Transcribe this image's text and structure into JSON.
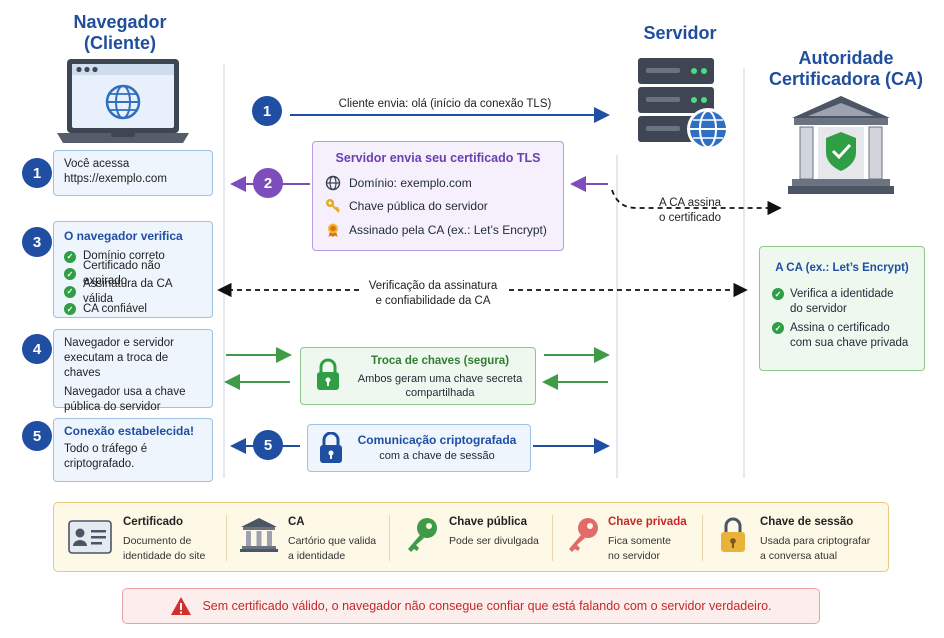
{
  "columns": {
    "client_title_1": "Navegador",
    "client_title_2": "(Cliente)",
    "server_title": "Servidor",
    "ca_title_1": "Autoridade",
    "ca_title_2": "Certificadora (CA)"
  },
  "steps": {
    "s1": {
      "num": "1",
      "line1": "Você acessa",
      "line2": "https://exemplo.com",
      "arrow_num": "1",
      "arrow_label": "Cliente envia: olá (início da conexão TLS)"
    },
    "s2": {
      "arrow_num": "2",
      "cert_title": "Servidor envia seu certificado TLS",
      "domain": "Domínio: exemplo.com",
      "pubkey": "Chave pública do servidor",
      "signed": "Assinado pela CA (ex.: Let’s Encrypt)",
      "ca_sign_1": "A CA assina",
      "ca_sign_2": "o certificado"
    },
    "s3": {
      "num": "3",
      "title": "O navegador verifica",
      "checks": [
        "Domínio correto",
        "Certificado não expirado",
        "Assinatura da CA válida",
        "CA confiável"
      ],
      "verify_1": "Verificação da assinatura",
      "verify_2": "e confiabilidade da CA"
    },
    "s4": {
      "num": "4",
      "line1": "Navegador e servidor",
      "line2": "executam a troca de chaves",
      "line3": "Navegador usa a chave",
      "line4": "pública do servidor",
      "kx_title": "Troca de chaves (segura)",
      "kx_1": "Ambos geram uma chave secreta",
      "kx_2": "compartilhada"
    },
    "s5": {
      "num": "5",
      "title": "Conexão estabelecida!",
      "line1": "Todo o tráfego é",
      "line2": "criptografado.",
      "arrow_num": "5",
      "comm_title": "Comunicação criptografada",
      "comm_sub": "com a chave de sessão"
    }
  },
  "ca_box": {
    "title": "A CA (ex.: Let’s Encrypt)",
    "c1_1": "Verifica a identidade",
    "c1_2": "do servidor",
    "c2_1": "Assina o certificado",
    "c2_2": "com sua chave privada"
  },
  "legend": {
    "certificado": {
      "title": "Certificado",
      "d1": "Documento de",
      "d2": "identidade do site"
    },
    "ca": {
      "title": "CA",
      "d1": "Cartório que valida",
      "d2": "a identidade"
    },
    "publica": {
      "title": "Chave pública",
      "d1": "Pode ser divulgada",
      "d2": ""
    },
    "privada": {
      "title": "Chave privada",
      "d1": "Fica somente",
      "d2": "no servidor"
    },
    "sessao": {
      "title": "Chave de sessão",
      "d1": "Usada para criptografar",
      "d2": "a conversa atual"
    }
  },
  "warning": "Sem certificado válido, o navegador não consegue confiar que está falando com o servidor verdadeiro.",
  "colors": {
    "blue": "#1f4ea3",
    "purple": "#7c4dbb",
    "green": "#2f9e44",
    "red": "#c62828",
    "legend_bg": "#fef8e6"
  },
  "icons": [
    "laptop-globe-icon",
    "server-globe-icon",
    "bank-shield-icon",
    "globe-icon",
    "key-icon",
    "badge-icon",
    "lock-icon",
    "id-card-icon",
    "bank-icon",
    "warning-icon"
  ]
}
